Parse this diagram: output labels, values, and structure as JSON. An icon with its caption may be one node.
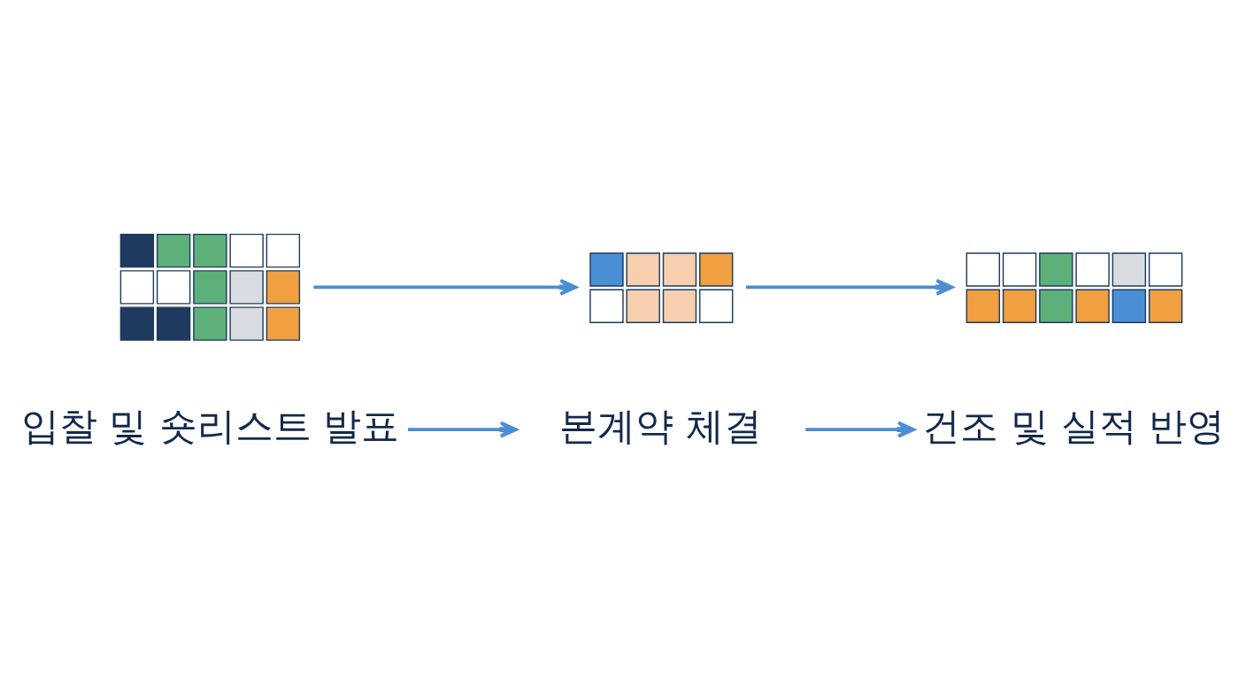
{
  "diagram": {
    "nodes": [
      {
        "text": [
          "입찰 및 숏리스트 발표"
        ]
      },
      {
        "text": [
          "본계약 체결"
        ]
      },
      {
        "text": [
          "건조 및 실적 반영"
        ]
      },
      {
        "text": [],
        "shape": "picture"
      },
      {
        "text": [],
        "shape": "picture"
      },
      {
        "text": [],
        "shape": "picture"
      }
    ],
    "edges": [
      {
        "from": 0,
        "to": 1,
        "arrow": "to"
      },
      {
        "from": 1,
        "to": 2,
        "arrow": "to"
      },
      {
        "from": 3,
        "to": 4,
        "arrow": "to"
      },
      {
        "from": 4,
        "to": 5,
        "arrow": "to"
      }
    ]
  }
}
